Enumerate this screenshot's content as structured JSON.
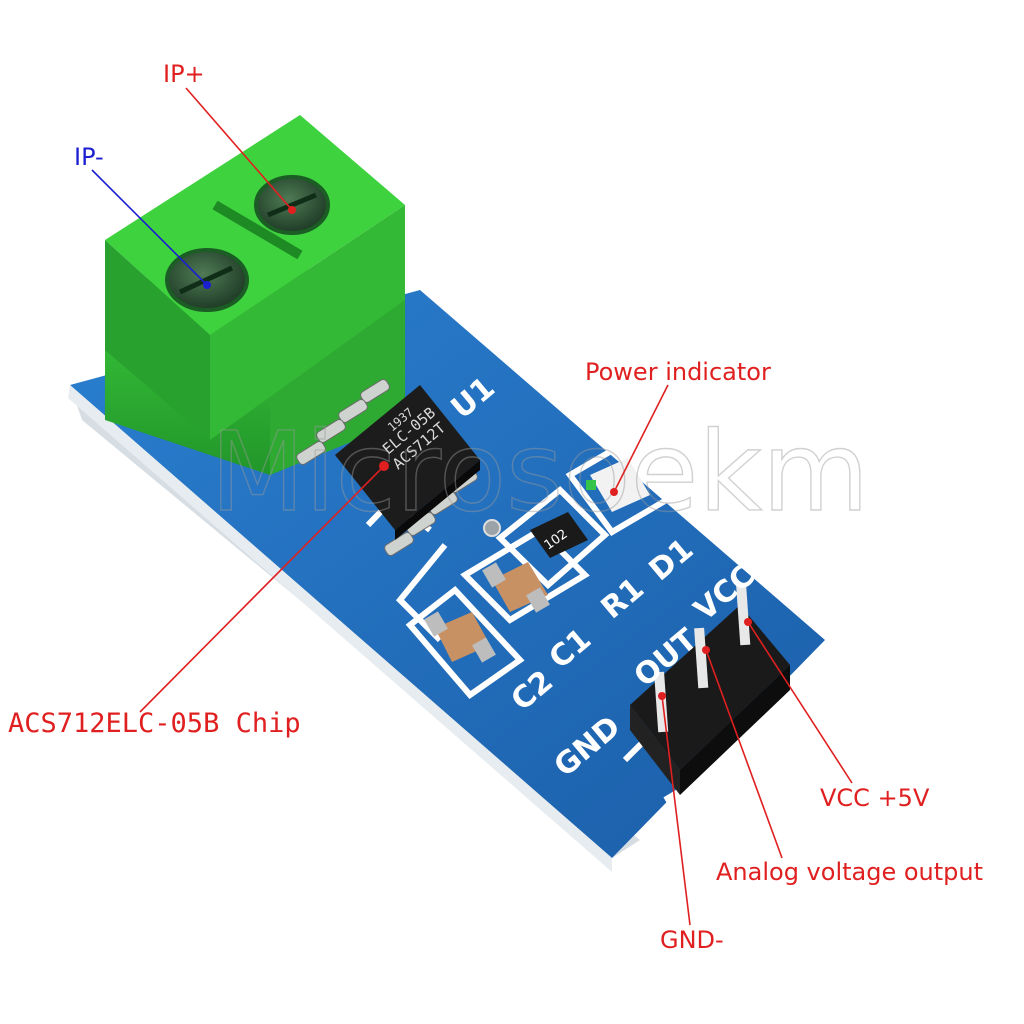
{
  "labels": {
    "ip_plus": "IP+",
    "ip_minus": "IP-",
    "power_indicator": "Power indicator",
    "chip": "ACS712ELC-05B Chip",
    "vcc": "VCC +5V",
    "analog_out": "Analog voltage output",
    "gnd": "GND-"
  },
  "silkscreen": {
    "u1": "U1",
    "d1": "D1",
    "r1": "R1",
    "c1": "C1",
    "c2": "C2",
    "vcc": "VCC",
    "out": "OUT",
    "gnd": "GND",
    "resistor_code": "102"
  },
  "chip_marking": {
    "line1": "ACS712T",
    "line2": "ELC-05B",
    "line3": "1937"
  },
  "watermark": "Microsoekm",
  "colors": {
    "label_red": "#e02020",
    "label_blue": "#1b1fd0",
    "pcb_blue": "#1f6fc2",
    "terminal_green": "#3fd23f",
    "chip_black": "#1c1c1c"
  }
}
